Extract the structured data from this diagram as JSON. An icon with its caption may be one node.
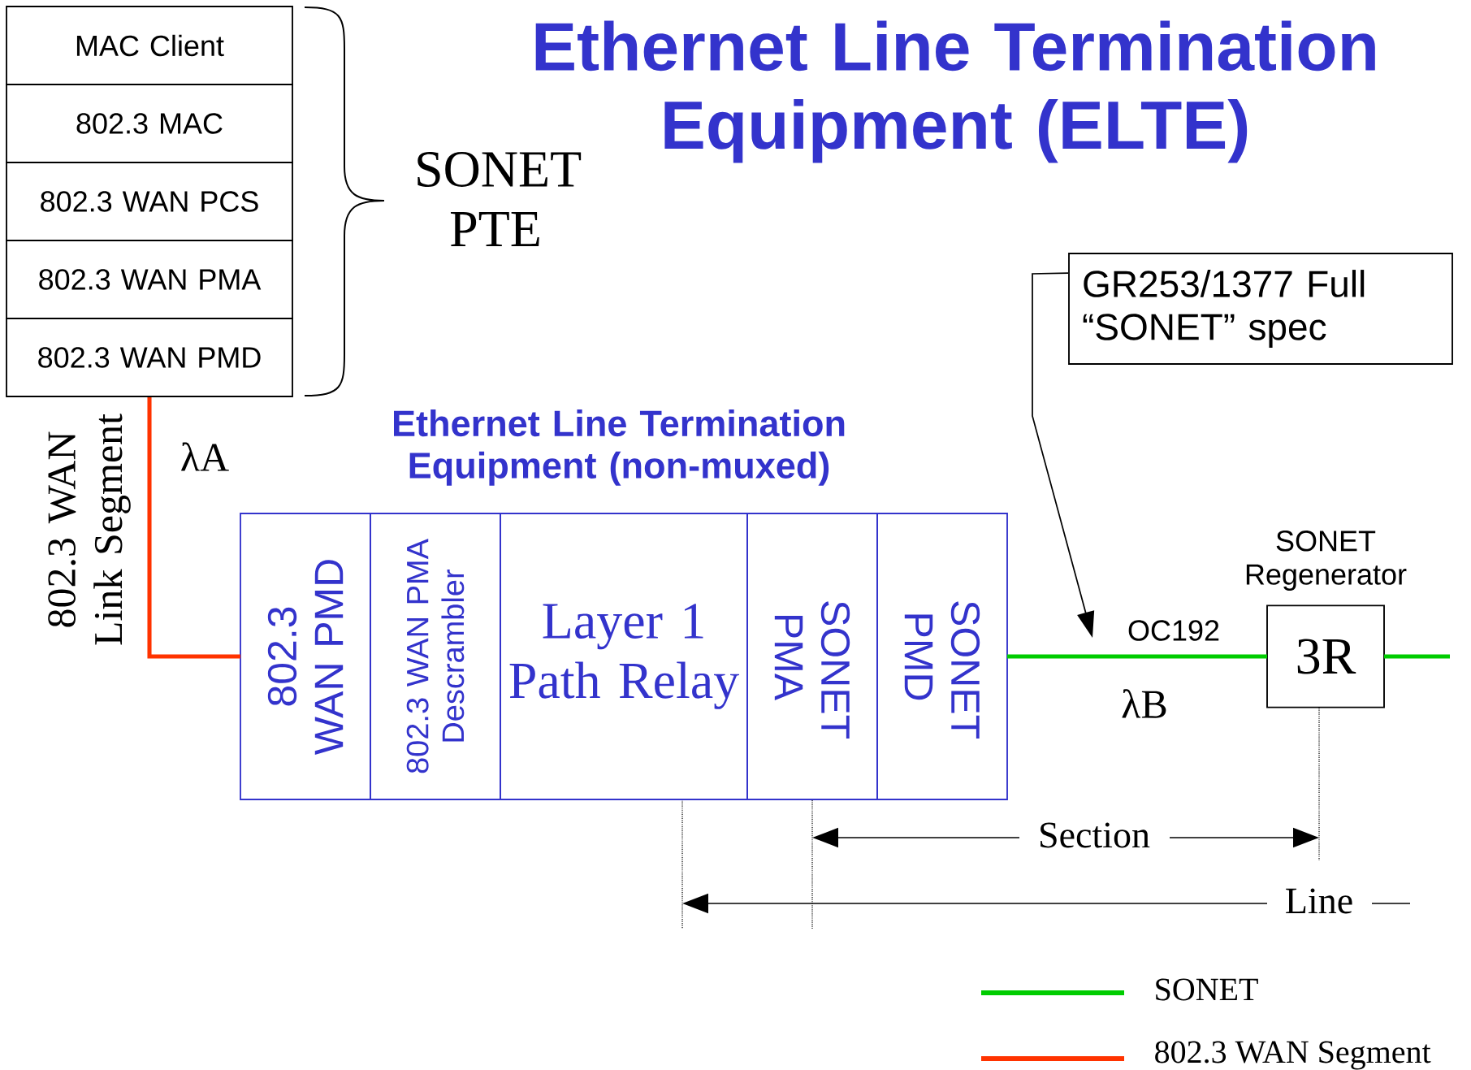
{
  "diagram": {
    "title": "Ethernet Line Termination Equipment (ELTE)",
    "nodes": [
      {
        "text": [
          "MAC Client"
        ]
      },
      {
        "text": [
          "802.3 MAC"
        ]
      },
      {
        "text": [
          "802.3 WAN PCS"
        ]
      },
      {
        "text": [
          "802.3 WAN PMA"
        ]
      },
      {
        "text": [
          "802.3 WAN PMD"
        ]
      },
      {
        "text": [
          "802.3 WAN PMD"
        ]
      },
      {
        "text": [
          "802.3 WAN PMA Descrambler"
        ]
      },
      {
        "text": [
          "Layer 1 Path Relay"
        ]
      },
      {
        "text": [
          "SONET PMA"
        ]
      },
      {
        "text": [
          "SONET PMD"
        ]
      },
      {
        "text": [
          "3R"
        ],
        "beside": [
          "SONET Regenerator"
        ]
      },
      {
        "text": [
          "GR253/1377 Full “SONET” spec"
        ]
      }
    ],
    "edges": [
      {
        "from": 4,
        "to": 5,
        "arrow": "none",
        "color": "#ff3300"
      },
      {
        "from": 9,
        "to": 10,
        "arrow": "none",
        "color": "#00cc00"
      },
      {
        "from": 10,
        "to": null,
        "arrow": "none",
        "color": "#00cc00"
      },
      {
        "from": 11,
        "to": null,
        "arrow": "to",
        "color": "#000000"
      }
    ],
    "labels": [
      "SONET PTE",
      "802.3 WAN Link Segment",
      "λA",
      "Ethernet Line Termination Equipment (non-muxed)",
      "OC192",
      "λB",
      "Section",
      "Line"
    ],
    "legend": [
      {
        "text": "SONET",
        "color": "#00cc00"
      },
      {
        "text": "802.3 WAN Segment",
        "color": "#ff3300"
      }
    ]
  }
}
